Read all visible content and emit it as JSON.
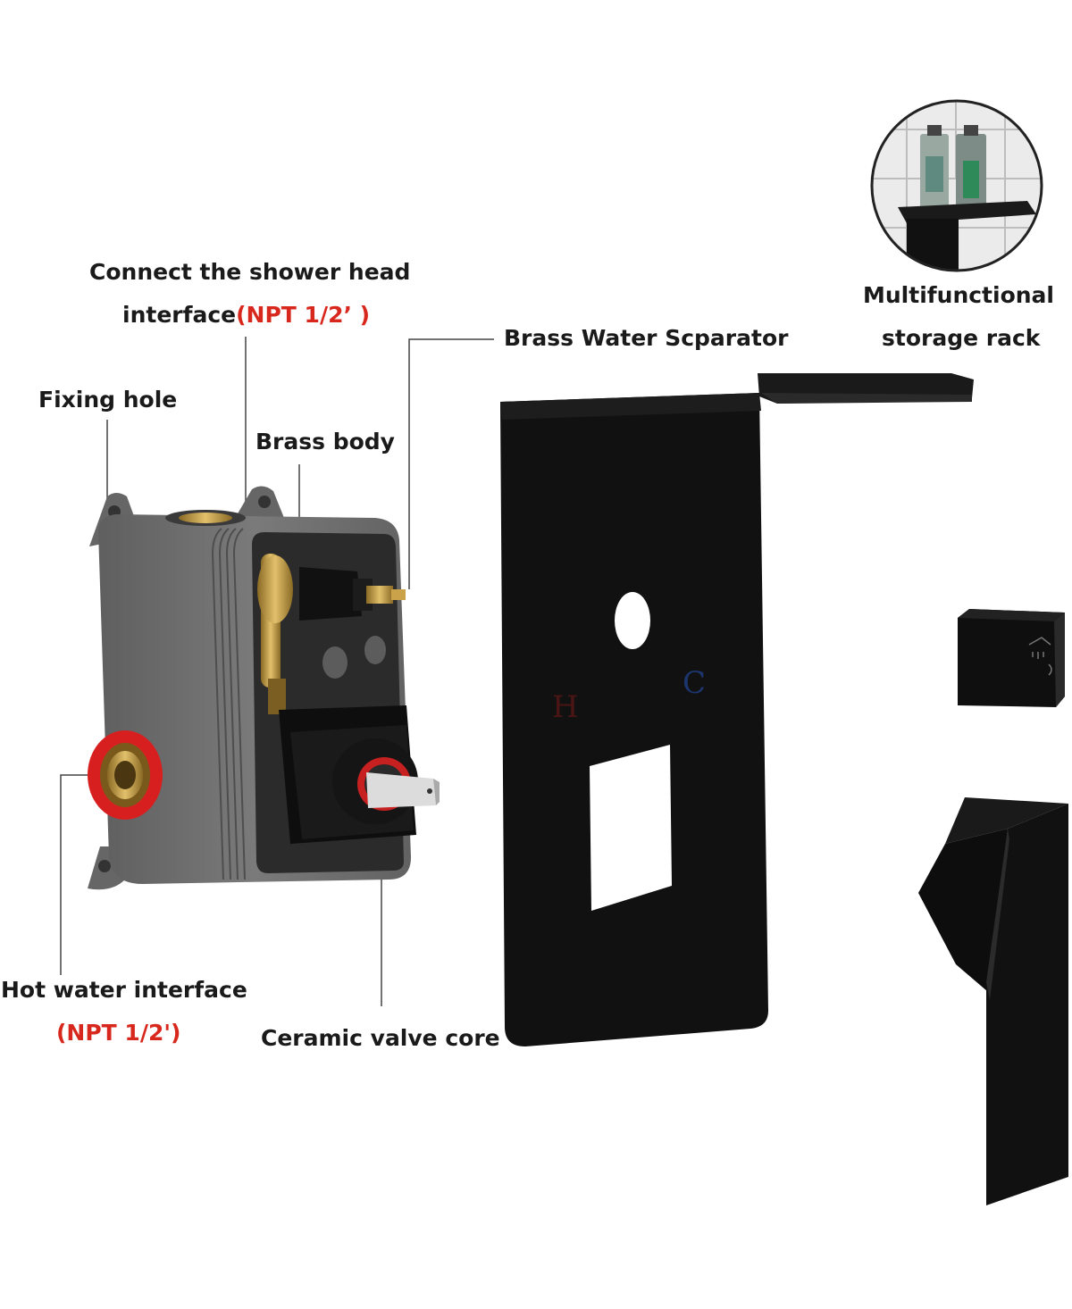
{
  "labels": {
    "shower_head_line1": "Connect the shower head",
    "shower_head_line2": "interface",
    "shower_head_spec": "(NPT 1/2’ )",
    "fixing_hole": "Fixing hole",
    "brass_body": "Brass body",
    "brass_separator": "Brass Water Scparator",
    "storage_rack_line1": "Multifunctional",
    "storage_rack_line2": "storage rack",
    "hot_water_line1": "Hot water interface",
    "hot_water_spec": "(NPT 1/2')",
    "ceramic_core": "Ceramic valve core"
  },
  "plate_marks": {
    "hot": "H",
    "cold": "C"
  },
  "colors": {
    "accent_red": "#d8271c",
    "matte_black": "#111111",
    "box_grey": "#6f6f6f",
    "brass": "#c9a24a",
    "leader_line": "#444444"
  },
  "icons": [
    "storage-rack-photo",
    "valve-box",
    "cover-plate",
    "diverter-knob",
    "lever-handle"
  ]
}
